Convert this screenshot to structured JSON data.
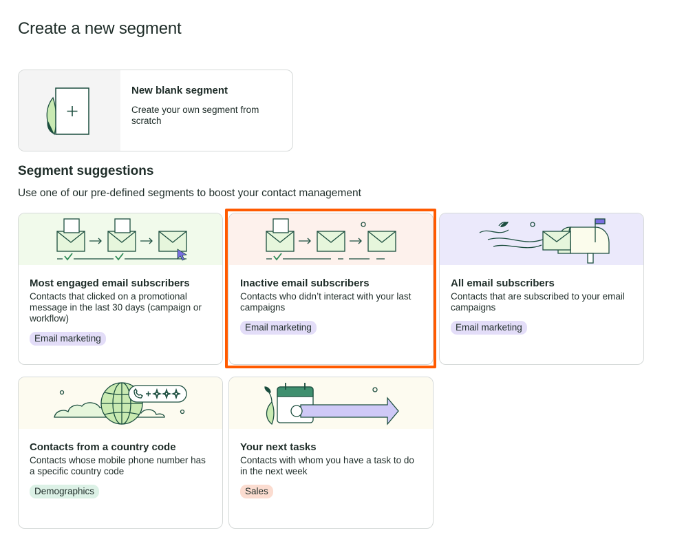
{
  "page": {
    "title": "Create a new segment"
  },
  "blank_segment": {
    "title": "New blank segment",
    "description": "Create your own segment from scratch"
  },
  "suggestions": {
    "title": "Segment suggestions",
    "subtitle": "Use one of our pre-defined segments to boost your contact management",
    "cards": [
      {
        "title": "Most engaged email subscribers",
        "description": "Contacts that clicked on a promotional message in the last 30 days (campaign or workflow)",
        "tag": "Email marketing"
      },
      {
        "title": "Inactive email subscribers",
        "description": "Contacts who didn’t interact with your last campaigns",
        "tag": "Email marketing"
      },
      {
        "title": "All email subscribers",
        "description": "Contacts that are subscribed to your email campaigns",
        "tag": "Email marketing"
      },
      {
        "title": "Contacts from a country code",
        "description": "Contacts whose mobile phone number has a specific country code",
        "tag": "Demographics"
      },
      {
        "title": "Your next tasks",
        "description": "Contacts with whom you have a task to do in the next week",
        "tag": "Sales"
      }
    ]
  },
  "colors": {
    "highlight": "#ff5a00",
    "tag_email": "#e3ddf8",
    "tag_demographics": "#dcf1e6",
    "tag_sales": "#fbdcd0",
    "illus_green": "#f1faeb",
    "illus_pink": "#fdf1ec",
    "illus_lavender": "#ebe9fb",
    "illus_cream": "#fdfbf0"
  },
  "icons": {
    "blank": "document-plus-icon",
    "engaged": "envelopes-flow-icon",
    "inactive": "envelopes-inactive-icon",
    "all": "mailbox-icon",
    "country": "globe-phone-icon",
    "tasks": "calendar-arrow-icon"
  }
}
